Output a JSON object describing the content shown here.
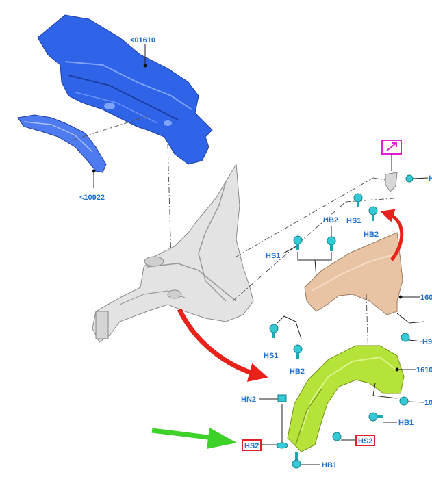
{
  "labels": {
    "dash_panel": "<01610",
    "support_rail": "<10922",
    "fender_ref": "160",
    "fender_liner_ref": "1610",
    "liner_right_ref": "10",
    "top_right_ref": "H",
    "right_mid_ref": "H9",
    "hb2_fender_top": "HB2",
    "hs1_fender_top": "HS1",
    "hs1_top_right": "HS1",
    "hb2_top_right": "HB2",
    "hs1_lower": "HS1",
    "hb2_lower": "HB2",
    "hn2": "HN2",
    "hs2_left": "HS2",
    "hs2_right": "HS2",
    "hb1_right": "HB1",
    "hb1_bottom": "HB1"
  },
  "colors": {
    "label_blue": "#1f6fd0",
    "dash_panel_blue": "#2f63e8",
    "fender_tan": "#e8c3a4",
    "liner_green": "#b6e33a",
    "clip_cyan": "#35c9d6",
    "arrow_red": "#e8221b",
    "arrow_green": "#3ed12a",
    "highlight_red": "#e0202a",
    "magenta_icon": "#e020d0"
  },
  "icons": {
    "top_right_box": "arrow-up-right-icon"
  }
}
